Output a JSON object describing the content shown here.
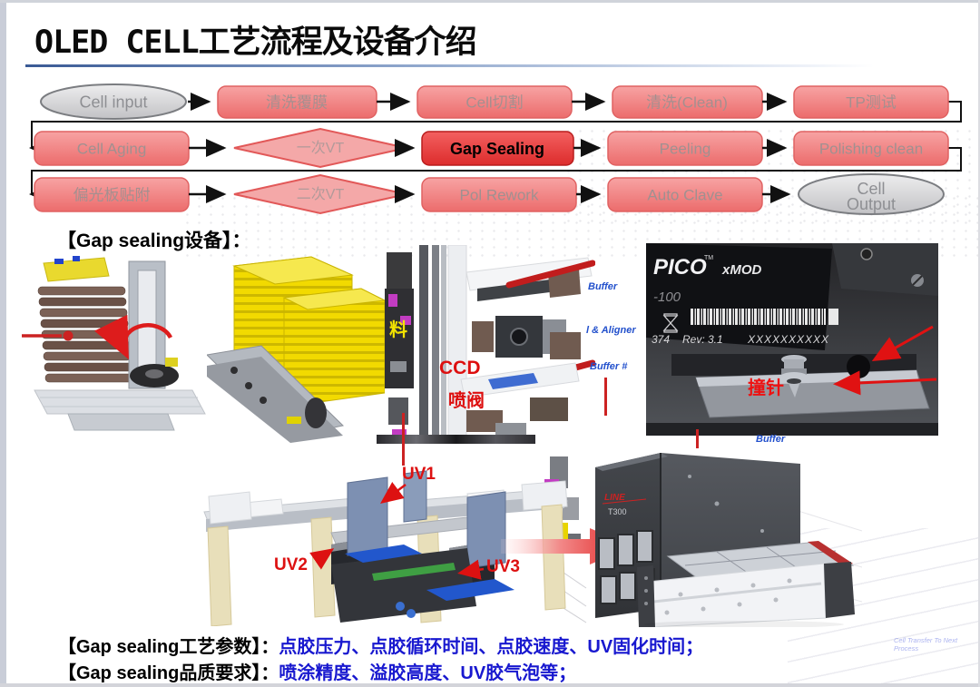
{
  "title": "OLED CELL工艺流程及设备介绍",
  "section_heading": "【Gap sealing设备】：",
  "flowchart": {
    "row1": [
      {
        "label": "Cell input",
        "type": "terminal"
      },
      {
        "label": "清洗覆膜",
        "type": "process"
      },
      {
        "label": "Cell切割",
        "type": "process"
      },
      {
        "label": "清洗(Clean)",
        "type": "process"
      },
      {
        "label": "TP测试",
        "type": "process"
      }
    ],
    "row2": [
      {
        "label": "Cell Aging",
        "type": "process"
      },
      {
        "label": "一次VT",
        "type": "decision"
      },
      {
        "label": "Gap Sealing",
        "type": "current"
      },
      {
        "label": "Peeling",
        "type": "process"
      },
      {
        "label": "Polishing clean",
        "type": "process"
      }
    ],
    "row3": [
      {
        "label": "偏光板贴附",
        "type": "process"
      },
      {
        "label": "二次VT",
        "type": "decision"
      },
      {
        "label": "Pol Rework",
        "type": "process"
      },
      {
        "label": "Auto Clave",
        "type": "process"
      },
      {
        "label": "Cell Output",
        "line1": "Cell",
        "line2": "Output",
        "type": "terminal"
      }
    ]
  },
  "equipment": {
    "ccd": "CCD",
    "spray_valve": "喷阀",
    "striker_pin": "撞针",
    "uv1": "UV1",
    "uv2": "UV2",
    "uv3": "UV3",
    "material": "料",
    "buffer_top": "Buffer",
    "aligner": "l & Aligner",
    "buffer_hash": "Buffer #",
    "buffer_bottom": "Buffer"
  },
  "device": {
    "brand": "PICO",
    "trademark": "TM",
    "model": "xMOD",
    "variant": "-100",
    "serial_prefix": "374",
    "revision": "Rev: 3.1",
    "serial_mask": "XXXXXXXXXX",
    "uv_logo": "LINE",
    "uv_model": "T300"
  },
  "params": {
    "label": "【Gap sealing工艺参数】：",
    "value": "点胶压力、点胶循环时间、点胶速度、UV固化时间；"
  },
  "quality": {
    "label": "【Gap sealing品质要求】：",
    "value": "喷涂精度、溢胶高度、UV胶气泡等；"
  },
  "watermark": "Cell Transfer To Next Process",
  "colors": {
    "flow_box": "#ef7777",
    "flow_current": "#e63434",
    "terminal_gray": "#d9d9db",
    "label_red": "#dd1111",
    "text_blue": "#1818cf",
    "buffer_blue": "#2250cc"
  }
}
